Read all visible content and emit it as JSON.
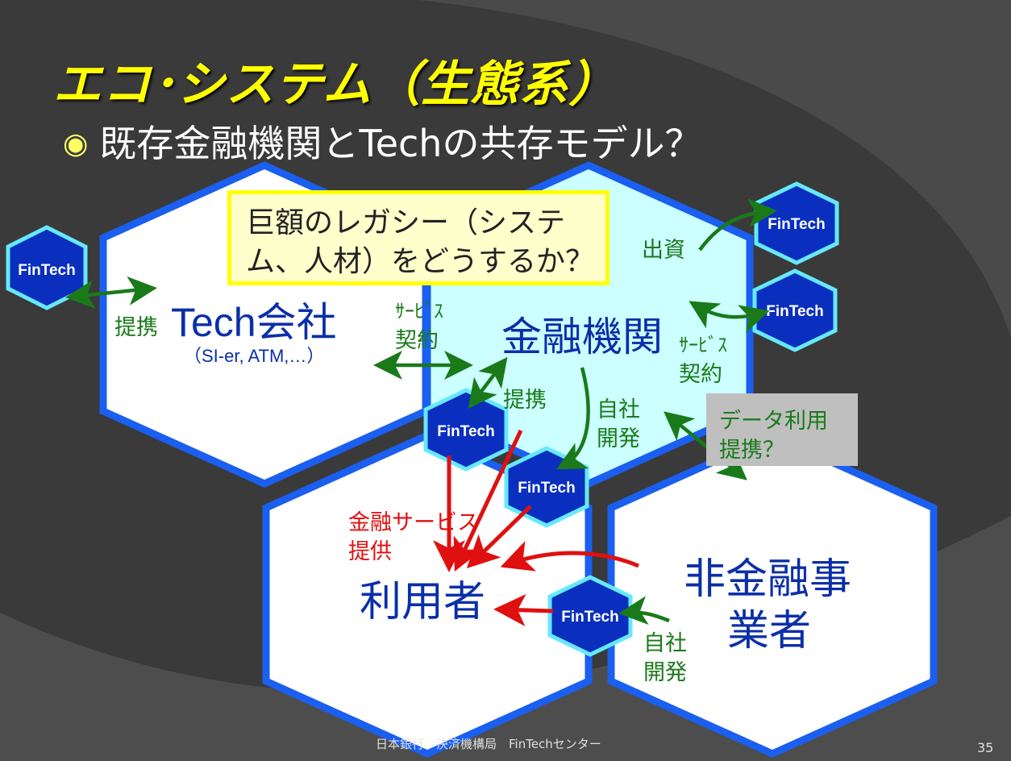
{
  "slide": {
    "title": "エコ･システム（生態系）",
    "bullet_text": "既存金融機関とTechの共存モデル？",
    "callout": {
      "line1": "巨額のレガシー（システ",
      "line2": "ム、人材）をどうするか？"
    },
    "footer": "日本銀行　決済機構局　FinTechセンター",
    "page_number": "35"
  },
  "nodes": {
    "tech_company": {
      "label": "Tech会社",
      "sub": "（SI-er, ATM,…）"
    },
    "financial_institution": {
      "label": "金融機関"
    },
    "user": {
      "label": "利用者"
    },
    "non_financial": {
      "line1": "非金融事",
      "line2": "業者"
    },
    "fintech_label": "FinTech"
  },
  "labels": {
    "partnership_left": "提携",
    "service_contract_left_1": "ｻｰﾋﾞｽ",
    "service_contract_left_2": "契約",
    "investment": "出資",
    "service_contract_right_1": "ｻｰﾋﾞｽ",
    "service_contract_right_2": "契約",
    "partnership_mid": "提携",
    "inhouse_1_line1": "自社",
    "inhouse_1_line2": "開発",
    "data_use_line1": "データ利用",
    "data_use_line2": "提携？",
    "fin_service_line1": "金融サービス",
    "fin_service_line2": "提供",
    "inhouse_2_line1": "自社",
    "inhouse_2_line2": "開発"
  },
  "colors": {
    "background": "#3a3a3a",
    "title": "#ffff00",
    "hex_border": "#1a5ff0",
    "hex_fill": "#ffffff",
    "fin_inst_fill": "#ccffff",
    "fintech_fill": "#0a2fbf",
    "fintech_border": "#66e8ff",
    "node_text": "#0b2fa8",
    "green_arrow": "#1a7a1a",
    "red_arrow": "#e01010"
  }
}
